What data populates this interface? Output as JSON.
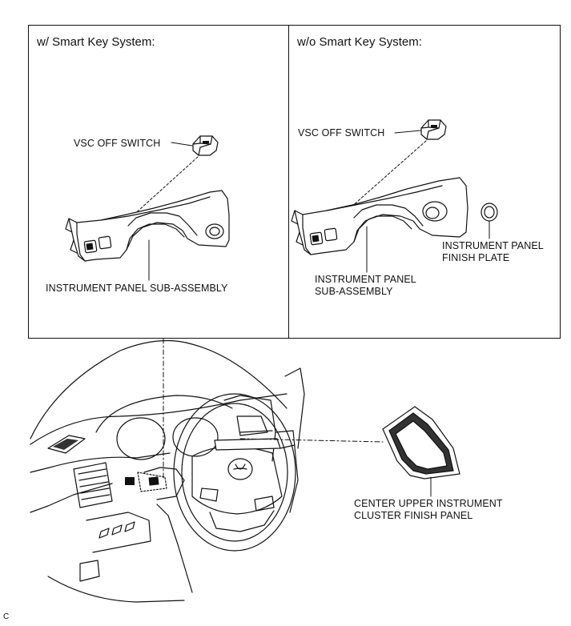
{
  "panels": {
    "left": {
      "header": "w/ Smart Key System:",
      "vsc_switch_label": "VSC OFF SWITCH",
      "panel_label": "INSTRUMENT PANEL SUB-ASSEMBLY"
    },
    "right": {
      "header": "w/o Smart Key System:",
      "vsc_switch_label": "VSC OFF SWITCH",
      "panel_label_line1": "INSTRUMENT PANEL",
      "panel_label_line2": "SUB-ASSEMBLY",
      "finish_plate_line1": "INSTRUMENT PANEL",
      "finish_plate_line2": "FINISH PLATE"
    }
  },
  "dashboard": {
    "cluster_panel_line1": "CENTER UPPER INSTRUMENT",
    "cluster_panel_line2": "CLUSTER FINISH PANEL"
  },
  "corner_code": "C"
}
